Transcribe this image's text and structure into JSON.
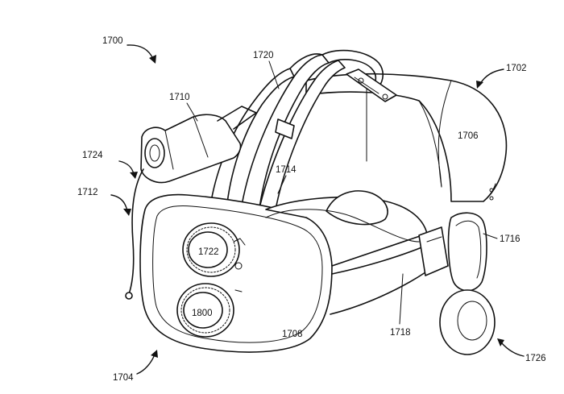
{
  "figure": {
    "labels": {
      "l1700": "1700",
      "l1702": "1702",
      "l1704": "1704",
      "l1706": "1706",
      "l1708": "1708",
      "l1710": "1710",
      "l1712": "1712",
      "l1714": "1714",
      "l1716": "1716",
      "l1718": "1718",
      "l1720": "1720",
      "l1722": "1722",
      "l1724": "1724",
      "l1726": "1726",
      "l1800": "1800"
    }
  }
}
